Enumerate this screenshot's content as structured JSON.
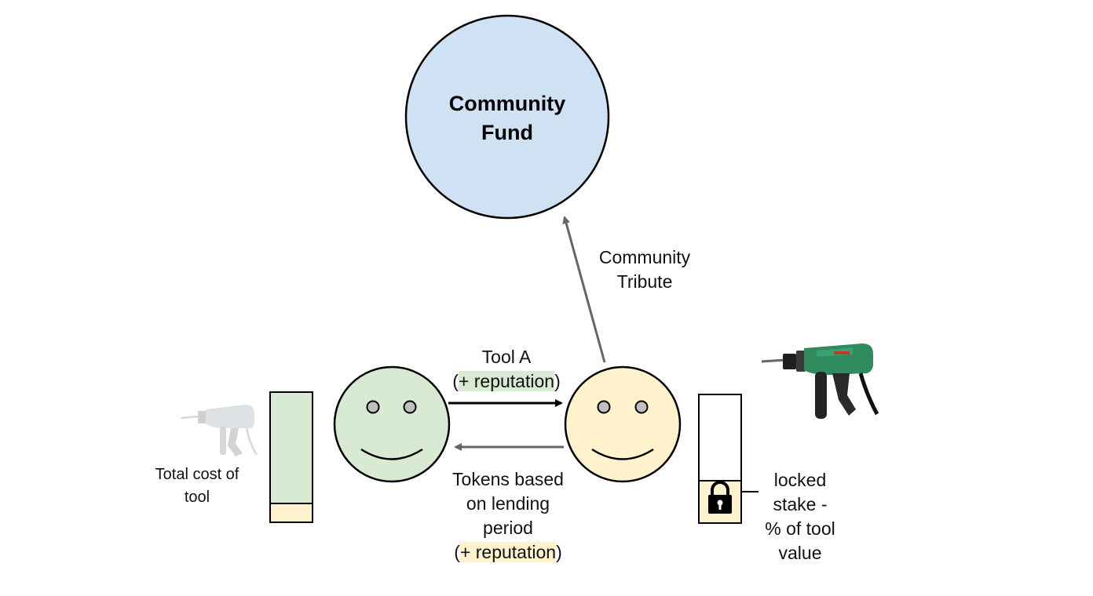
{
  "fund": {
    "line1": "Community",
    "line2": "Fund"
  },
  "tribute": {
    "line1": "Community",
    "line2": "Tribute"
  },
  "tool_transfer": {
    "line1": "Tool A",
    "paren_open": "(",
    "reputation": "+ reputation",
    "paren_close": ")"
  },
  "tokens_transfer": {
    "line1": "Tokens based",
    "line2": "on lending",
    "line3": "period",
    "paren_open": "(",
    "reputation": "+ reputation",
    "paren_close": ")"
  },
  "lender": {
    "caption_line1": "Total cost of",
    "caption_line2": "tool",
    "icon": "drill-icon-faded"
  },
  "borrower": {
    "stake_line1": "locked",
    "stake_line2": "stake -",
    "stake_line3": "% of tool",
    "stake_line4": "value",
    "icon": "drill-icon",
    "lock_icon": "lock-icon"
  },
  "colors": {
    "lender": "#d9ead3",
    "borrower": "#fff2cc",
    "fund": "#cfe2f3",
    "arrow_gray": "#666666"
  }
}
